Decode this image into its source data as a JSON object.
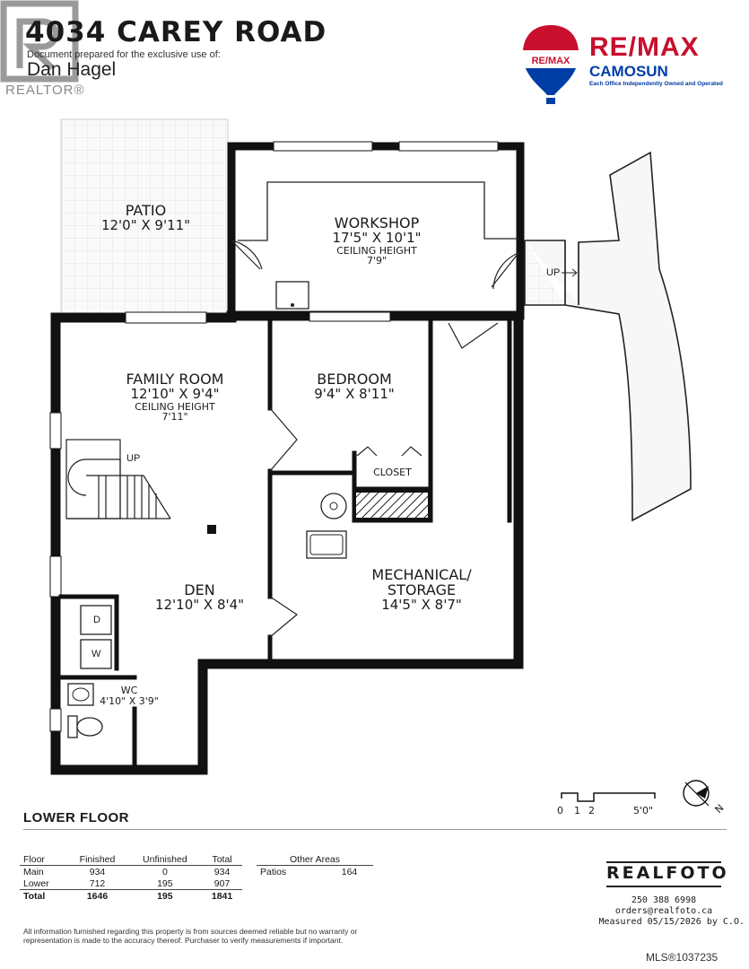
{
  "header": {
    "address": "4034 CAREY ROAD",
    "prepared_for": "Document prepared for the exclusive use of:",
    "client_name": "Dan Hagel",
    "realtor_mark": "REALTOR®"
  },
  "brand": {
    "name": "RE/MAX",
    "balloon_label": "RE/MAX",
    "office": "CAMOSUN",
    "tagline": "Each Office Independently Owned and Operated",
    "colors": {
      "red": "#c8102e",
      "blue": "#003da5"
    }
  },
  "plan": {
    "rooms": {
      "patio": {
        "name": "PATIO",
        "dims": "12'0\" X 9'11\""
      },
      "workshop": {
        "name": "WORKSHOP",
        "dims": "17'5\" X 10'1\"",
        "ceiling_label": "CEILING HEIGHT",
        "ceiling": "7'9\""
      },
      "family_room": {
        "name": "FAMILY ROOM",
        "dims": "12'10\" X 9'4\"",
        "ceiling_label": "CEILING HEIGHT",
        "ceiling": "7'11\""
      },
      "bedroom": {
        "name": "BEDROOM",
        "dims": "9'4\" X 8'11\""
      },
      "closet": {
        "name": "CLOSET"
      },
      "den": {
        "name": "DEN",
        "dims": "12'10\" X 8'4\""
      },
      "mechanical": {
        "name_line1": "MECHANICAL/",
        "name_line2": "STORAGE",
        "dims": "14'5\" X 8'7\""
      },
      "wc": {
        "name": "WC",
        "dims": "4'10\" X 3'9\""
      }
    },
    "labels": {
      "up_stairs": "UP",
      "up_outside": "UP",
      "dryer": "D",
      "washer": "W"
    },
    "scale": {
      "ticks": [
        "0",
        "1",
        "2",
        "5'0\""
      ]
    },
    "north": "N"
  },
  "floor_name": "LOWER FLOOR",
  "area_table": {
    "headers": [
      "Floor",
      "Finished",
      "Unfinished",
      "Total"
    ],
    "rows": [
      [
        "Main",
        "934",
        "0",
        "934"
      ],
      [
        "Lower",
        "712",
        "195",
        "907"
      ],
      [
        "Total",
        "1646",
        "195",
        "1841"
      ]
    ]
  },
  "other_areas": {
    "header": "Other Areas",
    "rows": [
      [
        "Patios",
        "164"
      ]
    ]
  },
  "disclaimer": "All information furnished regarding this property is from sources deemed reliable but no warranty or representation is made to the accuracy thereof. Purchaser to verify measurements if important.",
  "realfoto": {
    "name": "REALFOTO",
    "phone": "250 388 6998",
    "email": "orders@realfoto.ca",
    "measured": "Measured 05/15/2026 by C.O."
  },
  "mls": "MLS®1037235"
}
